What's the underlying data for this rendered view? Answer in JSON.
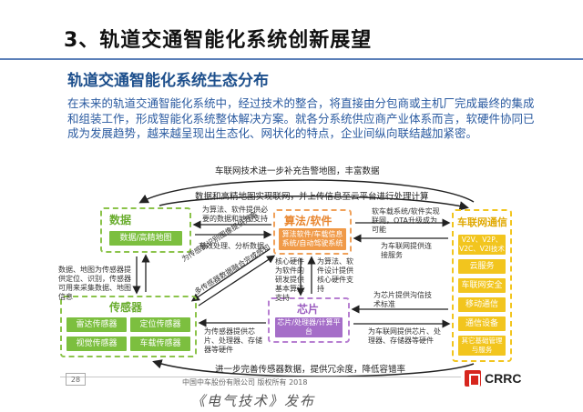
{
  "header": {
    "title": "3、轨道交通智能化系统创新展望",
    "subtitle": "轨道交通智能化系统生态分布",
    "intro": "在未来的轨道交通智能化系统中，经过技术的整合，将直接由分包商或主机厂完成最终的集成和组装工作，形成智能化系统整体解决方案。就各分系统供应商产业体系而言，软硬件协同已成为发展趋势，越来越呈现出生态化、网状化的特点，企业间纵向联结越加紧密。"
  },
  "diagram": {
    "top_flow_1": "车联网技术进一步补充告警地图，丰富数据",
    "top_flow_2": "数据和高精地图实现联网，并上传信息至云平台进行处理计算",
    "bottom_flow": "进一步完善传感器数据，提供冗余度，降低容错率",
    "groups": {
      "data": {
        "title": "数据",
        "items": [
          "数据/高精地图"
        ]
      },
      "sensor": {
        "title": "传感器",
        "items": [
          "雷达传感器",
          "定位传感器",
          "视觉传感器",
          "车载传感器"
        ]
      },
      "algo": {
        "title": "算法/软件",
        "items": [
          "算法软件/车载信息系统/自动驾驶系统"
        ]
      },
      "chip": {
        "title": "芯片",
        "items": [
          "芯片/处理器/计算平台"
        ]
      },
      "v2x": {
        "title": "车联网通信",
        "items": [
          "V2V、V2P、V2C、V2I技术",
          "云服务",
          "车联网安全",
          "移动通信",
          "通信设备",
          "其它基础管理与服务"
        ]
      }
    },
    "notes": {
      "algo_to_data": "为算法、软件提供必要的数据和地图支持",
      "data_algo_under": "有效处理、分析数据",
      "sensor_data": "数据、地图为传感器提供定位、识别，传感器可用来采集数据、地图信息",
      "diag_1": "为传感器识别图像提供方案",
      "diag_2": "多传感器数据融合完成感知",
      "chip_sensor": "为传感器提供芯片、处理器、存储器等硬件",
      "algo_chip_left": "核心硬件为软件的研发提供基本算法支持",
      "algo_chip_right": "为算法、软件设计提供核心硬件支持",
      "v2x_algo_top": "软车载系统/软件实现联网，OTA升级成为可能",
      "v2x_algo_bottom": "为车联网提供连接服务",
      "v2x_chip_top": "为芯片提供沟信技术标准",
      "v2x_chip_bottom": "为车联网提供芯片、处理器、存储器等硬件"
    }
  },
  "footer": {
    "page_number": "28",
    "copyright": "中国中车股份有限公司 版权所有 2018",
    "logo_text": "CRRC",
    "watermark": "《电气技术》发布"
  },
  "colors": {
    "title_rule": "#5b7fb8",
    "subtitle": "#1d4f8c",
    "intro": "#2a5aa0",
    "green": "#7cbf3f",
    "orange": "#f09a48",
    "purple": "#a56ec8",
    "yellow": "#f2c51e",
    "logo_red": "#d7261e"
  }
}
